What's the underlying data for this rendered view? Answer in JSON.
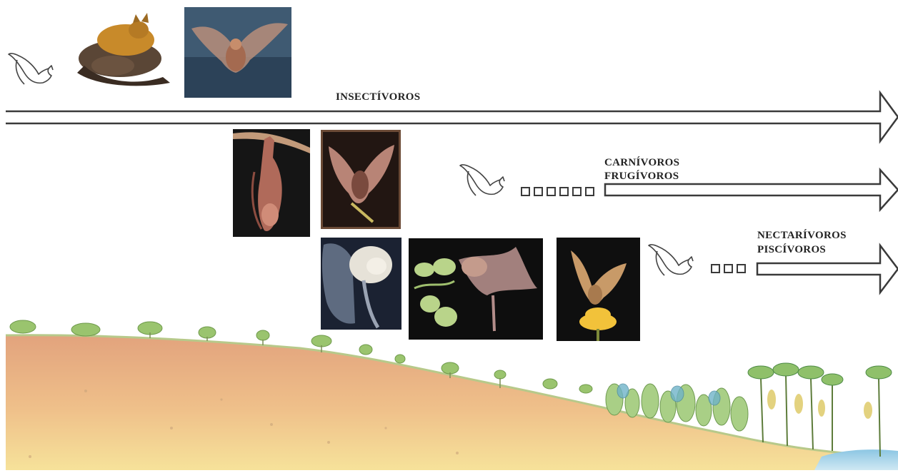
{
  "diagram": {
    "groups": [
      {
        "id": "insectivores",
        "labels": [
          "INSECTÍVOROS"
        ]
      },
      {
        "id": "carnivores-frugivores",
        "labels": [
          "CARNÍVOROS",
          "FRUGÍVOROS"
        ]
      },
      {
        "id": "nectarivores-piscivores",
        "labels": [
          "NECTARÍVOROS",
          "PISCÍVOROS"
        ]
      }
    ]
  },
  "colors": {
    "arrow_stroke": "#3a3a3a",
    "soil_top": "#e8b089",
    "soil_bottom": "#f3dc8e",
    "vegetation": "#8fbf6a",
    "water": "#7fb9d9"
  }
}
